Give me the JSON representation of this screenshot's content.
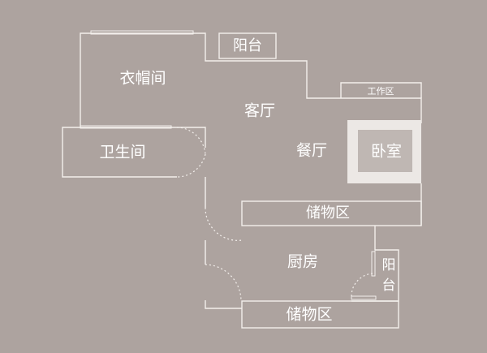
{
  "rooms": {
    "cloakroom": "衣帽间",
    "balcony_top": "阳台",
    "work_area": "工作区",
    "living_room": "客厅",
    "bathroom": "卫生间",
    "dining_room": "餐厅",
    "bedroom": "卧室",
    "storage_mid": "储物区",
    "kitchen": "厨房",
    "balcony_right": "阳台",
    "storage_bottom": "储物区"
  },
  "colors": {
    "background": "#ada39f",
    "lines": "#f3efec",
    "bedroom_highlight": "#ece8e5",
    "bedroom_fill": "#bfb7b3"
  }
}
